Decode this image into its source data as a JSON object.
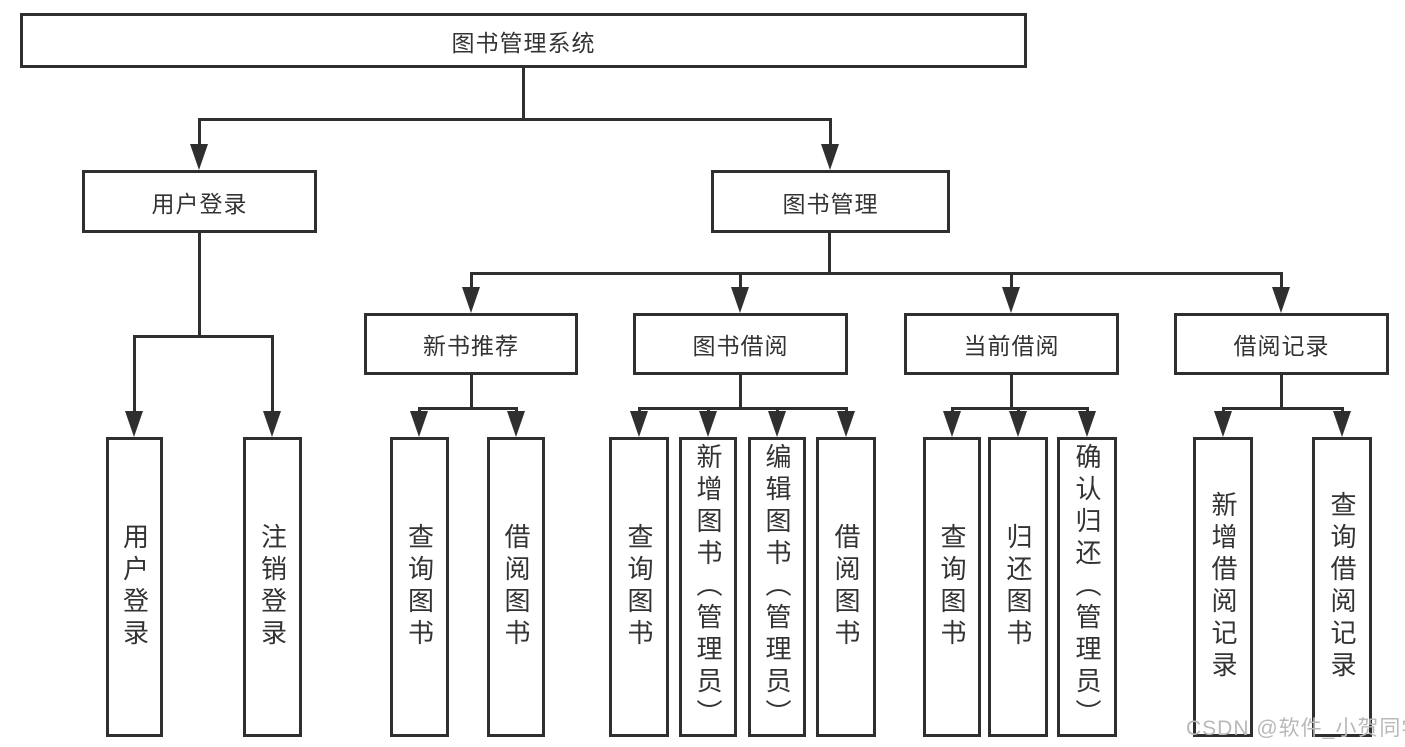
{
  "diagram": {
    "root": {
      "label": "图书管理系统"
    },
    "branches": [
      {
        "label": "用户登录",
        "children": [
          {
            "label": "用户登录"
          },
          {
            "label": "注销登录"
          }
        ]
      },
      {
        "label": "图书管理",
        "children": [
          {
            "label": "新书推荐",
            "children": [
              {
                "label": "查询图书"
              },
              {
                "label": "借阅图书"
              }
            ]
          },
          {
            "label": "图书借阅",
            "children": [
              {
                "label": "查询图书"
              },
              {
                "label": "新增图书（管理员）"
              },
              {
                "label": "编辑图书（管理员）"
              },
              {
                "label": "借阅图书"
              }
            ]
          },
          {
            "label": "当前借阅",
            "children": [
              {
                "label": "查询图书"
              },
              {
                "label": "归还图书"
              },
              {
                "label": "确认归还（管理员）"
              }
            ]
          },
          {
            "label": "借阅记录",
            "children": [
              {
                "label": "新增借阅记录"
              },
              {
                "label": "查询借阅记录"
              }
            ]
          }
        ]
      }
    ]
  },
  "watermark": {
    "text": "CSDN @软件_小贺同学"
  },
  "colors": {
    "line": "#2f2f2f",
    "text": "#333333",
    "watermark": "#b9b9b9",
    "background": "#ffffff"
  }
}
